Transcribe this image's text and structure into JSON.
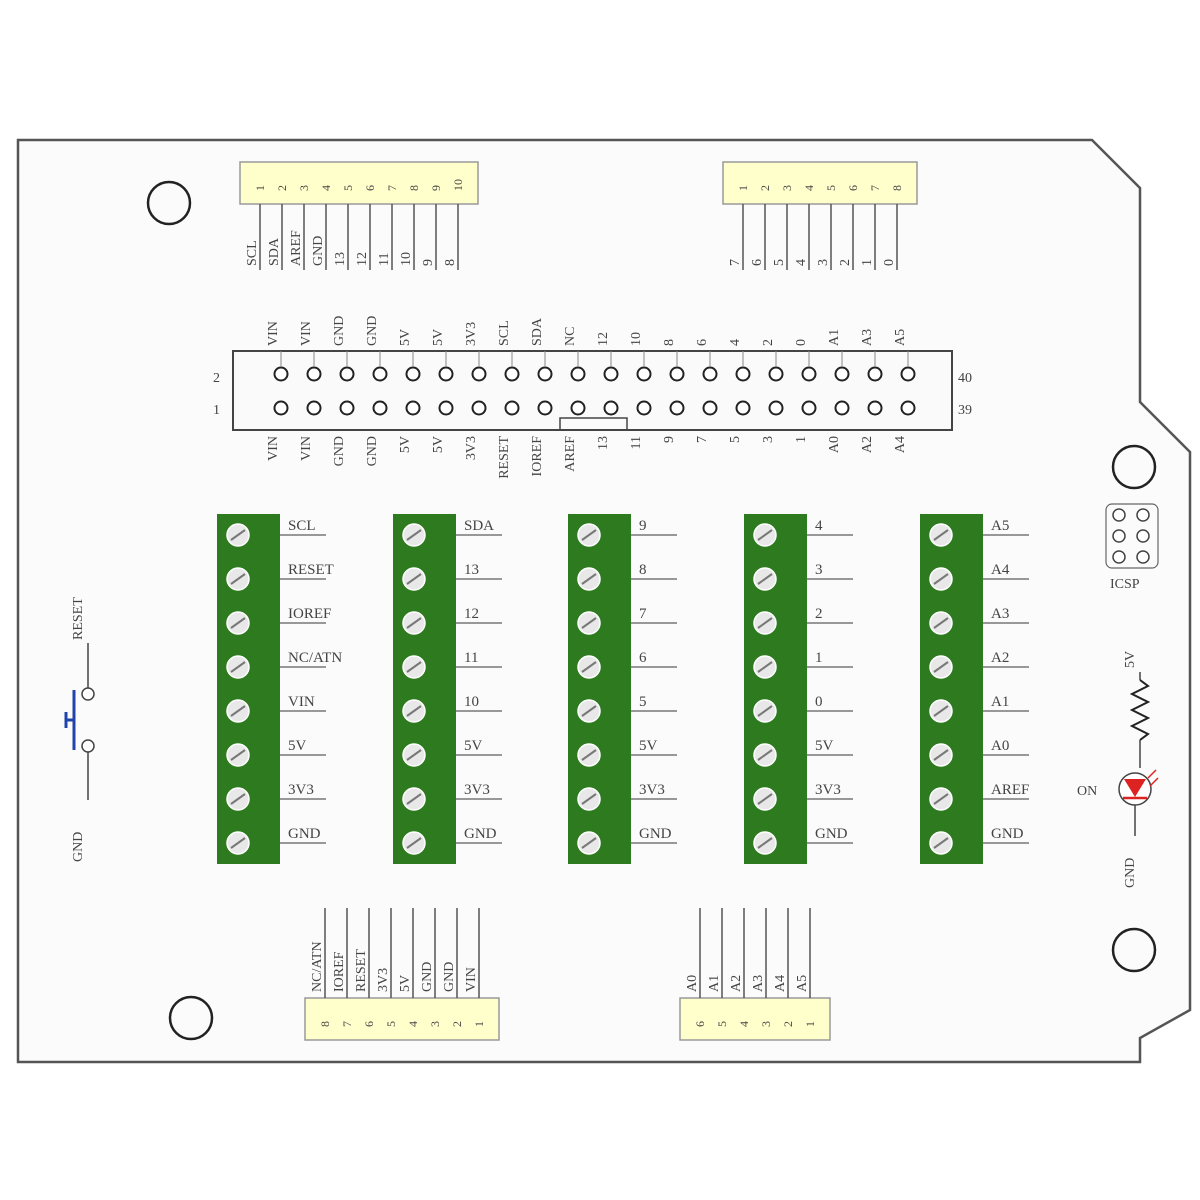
{
  "colors": {
    "board_fill": "#fbfbfb",
    "board_outline": "#555555",
    "header_fill": "#ffffcc",
    "terminal_green": "#2e7a1f",
    "screw_fill": "#e8e8e8",
    "led_red": "#dd2222"
  },
  "top_left_header": {
    "pin_numbers": [
      "1",
      "2",
      "3",
      "4",
      "5",
      "6",
      "7",
      "8",
      "9",
      "10"
    ],
    "pin_labels": [
      "SCL",
      "SDA",
      "AREF",
      "GND",
      "13",
      "12",
      "11",
      "10",
      "9",
      "8"
    ]
  },
  "top_right_header": {
    "pin_numbers": [
      "1",
      "2",
      "3",
      "4",
      "5",
      "6",
      "7",
      "8"
    ],
    "pin_labels": [
      "7",
      "6",
      "5",
      "4",
      "3",
      "2",
      "1",
      "0"
    ]
  },
  "idc_header": {
    "left_top_number": "2",
    "left_bottom_number": "1",
    "right_top_number": "40",
    "right_bottom_number": "39",
    "top_labels": [
      "VIN",
      "VIN",
      "GND",
      "GND",
      "5V",
      "5V",
      "3V3",
      "SCL",
      "SDA",
      "NC",
      "12",
      "10",
      "8",
      "6",
      "4",
      "2",
      "0",
      "A1",
      "A3",
      "A5"
    ],
    "bottom_labels": [
      "VIN",
      "VIN",
      "GND",
      "GND",
      "5V",
      "5V",
      "3V3",
      "RESET",
      "IOREF",
      "AREF",
      "13",
      "11",
      "9",
      "7",
      "5",
      "3",
      "1",
      "A0",
      "A2",
      "A4"
    ]
  },
  "terminal_blocks": [
    {
      "labels": [
        "SCL",
        "RESET",
        "IOREF",
        "NC/ATN",
        "VIN",
        "5V",
        "3V3",
        "GND"
      ]
    },
    {
      "labels": [
        "SDA",
        "13",
        "12",
        "11",
        "10",
        "5V",
        "3V3",
        "GND"
      ]
    },
    {
      "labels": [
        "9",
        "8",
        "7",
        "6",
        "5",
        "5V",
        "3V3",
        "GND"
      ]
    },
    {
      "labels": [
        "4",
        "3",
        "2",
        "1",
        "0",
        "5V",
        "3V3",
        "GND"
      ]
    },
    {
      "labels": [
        "A5",
        "A4",
        "A3",
        "A2",
        "A1",
        "A0",
        "AREF",
        "GND"
      ]
    }
  ],
  "reset_button": {
    "top_label": "RESET",
    "bottom_label": "GND"
  },
  "icsp": {
    "label": "ICSP"
  },
  "power_led": {
    "supply_label": "5V",
    "led_label": "ON",
    "ground_label": "GND"
  },
  "bottom_left_header": {
    "pin_numbers": [
      "8",
      "7",
      "6",
      "5",
      "4",
      "3",
      "2",
      "1"
    ],
    "pin_labels": [
      "NC/ATN",
      "IOREF",
      "RESET",
      "3V3",
      "5V",
      "GND",
      "GND",
      "VIN"
    ]
  },
  "bottom_right_header": {
    "pin_numbers": [
      "6",
      "5",
      "4",
      "3",
      "2",
      "1"
    ],
    "pin_labels": [
      "A0",
      "A1",
      "A2",
      "A3",
      "A4",
      "A5"
    ]
  }
}
